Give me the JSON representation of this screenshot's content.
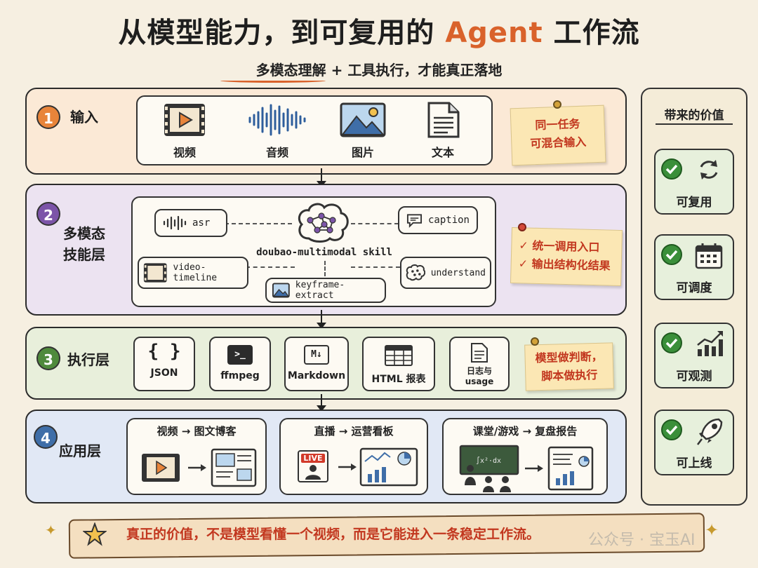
{
  "header": {
    "title_main": "从模型能力，到可复用的",
    "title_accent": "Agent",
    "title_tail": "工作流",
    "subtitle": "多模态理解 + 工具执行，才能真正落地"
  },
  "colors": {
    "accent": "#d9622b",
    "layer1": "#fbe9d6",
    "layer2": "#ece3f1",
    "layer3": "#e8efdb",
    "layer4": "#e1e8f5",
    "note_text": "#c2371f",
    "check": "#3a8f3a"
  },
  "layers": {
    "l1": {
      "number": "1",
      "label": "输入",
      "items": [
        "视频",
        "音频",
        "图片",
        "文本"
      ],
      "note_line1": "同一任务",
      "note_line2": "可混合输入"
    },
    "l2": {
      "number": "2",
      "label_line1": "多模态",
      "label_line2": "技能层",
      "center": "doubao-multimodal skill",
      "chips": {
        "asr": "asr",
        "caption": "caption",
        "video_timeline": "video-timeline",
        "understand": "understand",
        "keyframe": "keyframe-extract"
      },
      "note_line1": "✓ 统一调用入口",
      "note_line2": "✓ 输出结构化结果"
    },
    "l3": {
      "number": "3",
      "label": "执行层",
      "tools": [
        {
          "icon": "{ }",
          "label": "JSON"
        },
        {
          "icon": ">_",
          "label": "ffmpeg"
        },
        {
          "icon": "M↓",
          "label": "Markdown"
        },
        {
          "icon": "",
          "label": "HTML 报表"
        },
        {
          "icon": "",
          "label_line1": "日志与",
          "label_line2": "usage"
        }
      ],
      "note_line1": "模型做判断，",
      "note_line2": "脚本做执行"
    },
    "l4": {
      "number": "4",
      "label": "应用层",
      "cards": [
        {
          "title": "视频 → 图文博客"
        },
        {
          "title": "直播 → 运营看板",
          "badge": "LIVE"
        },
        {
          "title": "课堂/游戏 → 复盘报告"
        }
      ]
    }
  },
  "side": {
    "title": "带来的价值",
    "items": [
      "可复用",
      "可调度",
      "可观测",
      "可上线"
    ]
  },
  "banner": {
    "text": "真正的价值，不是模型看懂一个视频，而是它能进入一条稳定工作流。"
  },
  "watermark": "公众号 · 宝玉AI",
  "icons": {
    "video": "film-play-icon",
    "audio": "waveform-icon",
    "image": "mountain-image-icon",
    "text": "document-icon",
    "brain": "brain-network-icon"
  }
}
